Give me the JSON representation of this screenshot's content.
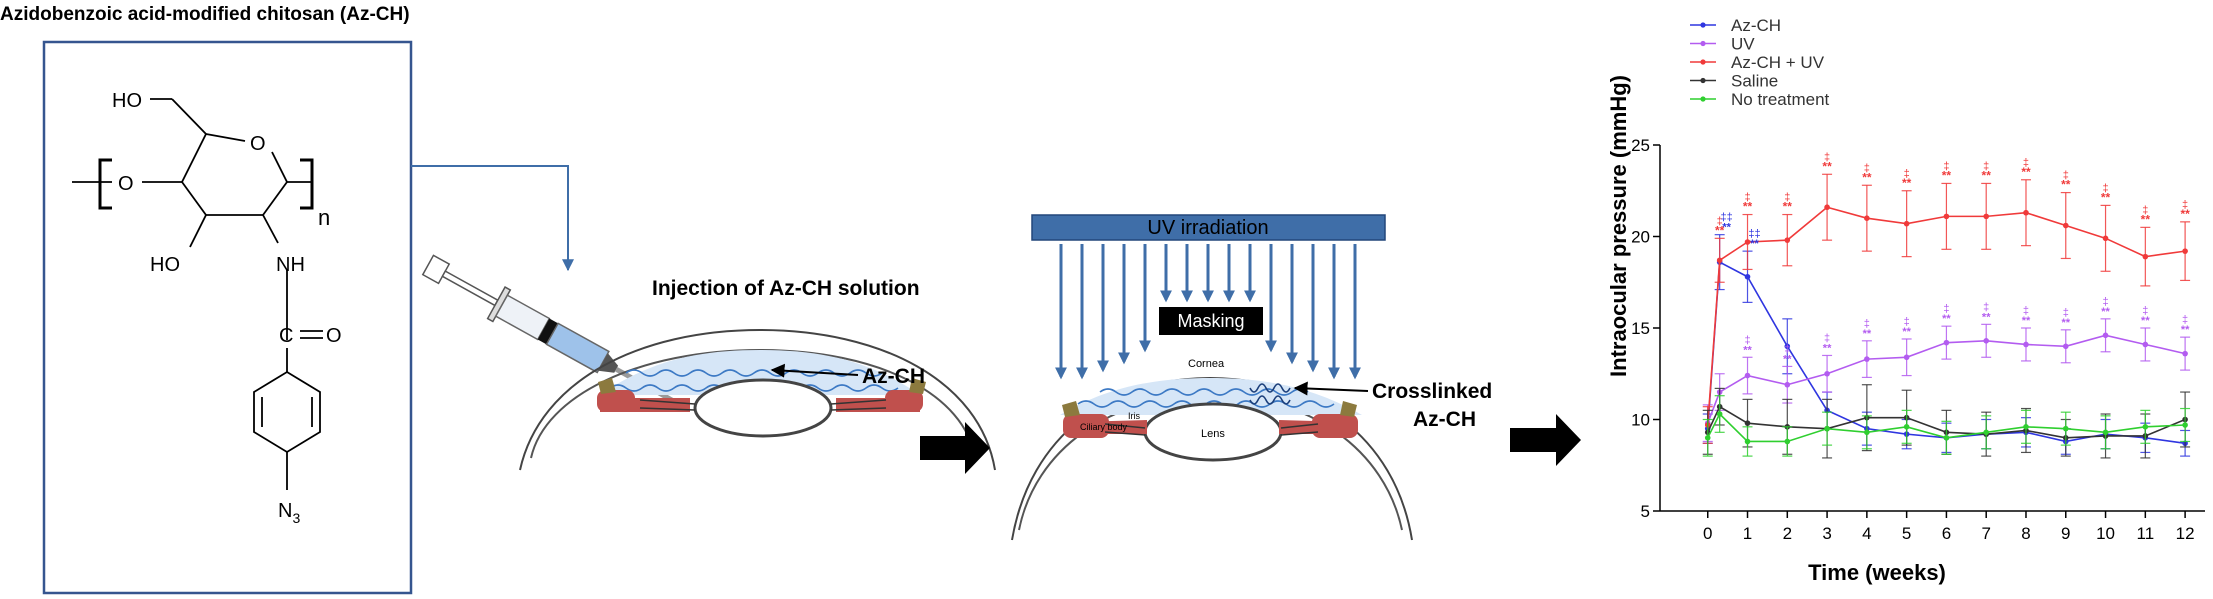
{
  "chemistry": {
    "title": "Azidobenzoic acid-modified chitosan (Az-CH)",
    "ho_top": "HO",
    "ring_o": "O",
    "o_left": "O",
    "bracket_n": "n",
    "ho_bottom": "HO",
    "nh": "NH",
    "carbonyl_c": "C",
    "carbonyl_o": "O",
    "azide_n": "N",
    "azide_sub": "3"
  },
  "injection": {
    "title": "Injection of Az-CH solution",
    "label": "Az-CH"
  },
  "uv": {
    "banner": "UV irradiation",
    "mask": "Masking",
    "cornea": "Cornea",
    "iris": "Iris",
    "ciliary": "Ciliary body",
    "lens": "Lens",
    "crosslinked": [
      "Crosslinked",
      "Az-CH"
    ]
  },
  "colors": {
    "uv_blue": "#3f6ea8",
    "syringe_blue": "#5b86c8",
    "ciliary_red": "#c0504d",
    "gel_blue": "#3c79c4"
  },
  "chart_data": {
    "type": "line",
    "xlabel": "Time (weeks)",
    "ylabel": "Intraocular pressure (mmHg)",
    "x": [
      0,
      0.3,
      1,
      2,
      3,
      4,
      5,
      6,
      7,
      8,
      9,
      10,
      11,
      12
    ],
    "x_ticks": [
      0,
      1,
      2,
      3,
      4,
      5,
      6,
      7,
      8,
      9,
      10,
      11,
      12
    ],
    "xlim": [
      -1.2,
      12.5
    ],
    "ylim": [
      5,
      25
    ],
    "y_ticks": [
      5,
      10,
      15,
      20,
      25
    ],
    "legend_position": "top-left",
    "significance_marks": [
      "‡",
      "**",
      "*",
      "‡‡"
    ],
    "series": [
      {
        "name": "Az-CH",
        "color": "#2f36e0",
        "values": [
          9.5,
          18.6,
          17.8,
          14.0,
          10.5,
          9.5,
          9.2,
          9.0,
          9.2,
          9.3,
          8.8,
          9.2,
          9.0,
          8.7
        ],
        "errors": [
          0.8,
          1.5,
          1.4,
          1.5,
          1.0,
          0.9,
          0.8,
          0.8,
          0.8,
          0.8,
          0.7,
          0.8,
          0.8,
          0.7
        ]
      },
      {
        "name": "UV",
        "color": "#b35cf0",
        "values": [
          9.8,
          11.5,
          12.4,
          11.9,
          12.5,
          13.3,
          13.4,
          14.2,
          14.3,
          14.1,
          14.0,
          14.6,
          14.1,
          13.6
        ],
        "errors": [
          1.0,
          1.0,
          1.0,
          1.0,
          1.0,
          1.0,
          1.0,
          0.9,
          0.9,
          0.9,
          0.9,
          0.9,
          0.9,
          0.9
        ]
      },
      {
        "name": "Az-CH + UV",
        "color": "#f03a3a",
        "values": [
          9.7,
          18.7,
          19.7,
          19.8,
          21.6,
          21.0,
          20.7,
          21.1,
          21.1,
          21.3,
          20.6,
          19.9,
          18.9,
          19.2
        ],
        "errors": [
          1.0,
          1.2,
          1.5,
          1.4,
          1.8,
          1.8,
          1.8,
          1.8,
          1.8,
          1.8,
          1.8,
          1.8,
          1.6,
          1.6
        ]
      },
      {
        "name": "Saline",
        "color": "#333333",
        "values": [
          9.3,
          10.7,
          9.8,
          9.6,
          9.5,
          10.1,
          10.1,
          9.3,
          9.2,
          9.4,
          9.0,
          9.1,
          9.1,
          10.0
        ],
        "errors": [
          1.2,
          1.0,
          1.3,
          1.5,
          1.6,
          1.8,
          1.5,
          1.2,
          1.2,
          1.2,
          1.0,
          1.2,
          1.2,
          1.5
        ]
      },
      {
        "name": "No treatment",
        "color": "#2fcf2f",
        "values": [
          9.0,
          10.3,
          8.8,
          8.8,
          9.5,
          9.3,
          9.6,
          9.0,
          9.3,
          9.6,
          9.5,
          9.3,
          9.6,
          9.7
        ],
        "errors": [
          1.0,
          1.0,
          0.8,
          0.8,
          0.9,
          0.9,
          0.9,
          0.9,
          0.9,
          0.9,
          0.9,
          0.9,
          0.9,
          0.9
        ]
      }
    ]
  }
}
